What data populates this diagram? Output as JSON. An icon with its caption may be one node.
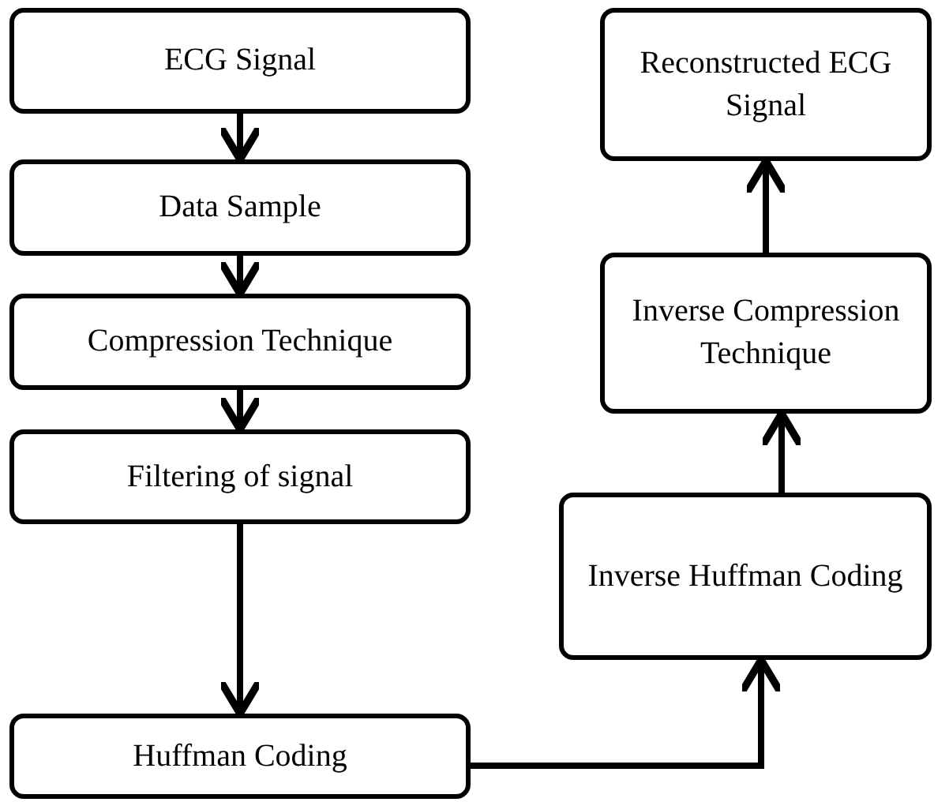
{
  "diagram": {
    "nodes": [
      {
        "text": [
          "ECG Signal"
        ]
      },
      {
        "text": [
          "Data Sample"
        ]
      },
      {
        "text": [
          "Compression Technique"
        ]
      },
      {
        "text": [
          "Filtering of signal"
        ]
      },
      {
        "text": [
          "Huffman Coding"
        ]
      },
      {
        "text": [
          "Reconstructed ECG Signal"
        ]
      },
      {
        "text": [
          "Inverse Compression Technique"
        ]
      },
      {
        "text": [
          "Inverse Huffman Coding"
        ]
      }
    ],
    "edges": [
      {
        "from": 0,
        "to": 1,
        "arrow": "to"
      },
      {
        "from": 1,
        "to": 2,
        "arrow": "to"
      },
      {
        "from": 2,
        "to": 3,
        "arrow": "to"
      },
      {
        "from": 3,
        "to": 4,
        "arrow": "to"
      },
      {
        "from": 4,
        "to": 7,
        "arrow": "to"
      },
      {
        "from": 7,
        "to": 6,
        "arrow": "to"
      },
      {
        "from": 6,
        "to": 5,
        "arrow": "to"
      }
    ]
  }
}
